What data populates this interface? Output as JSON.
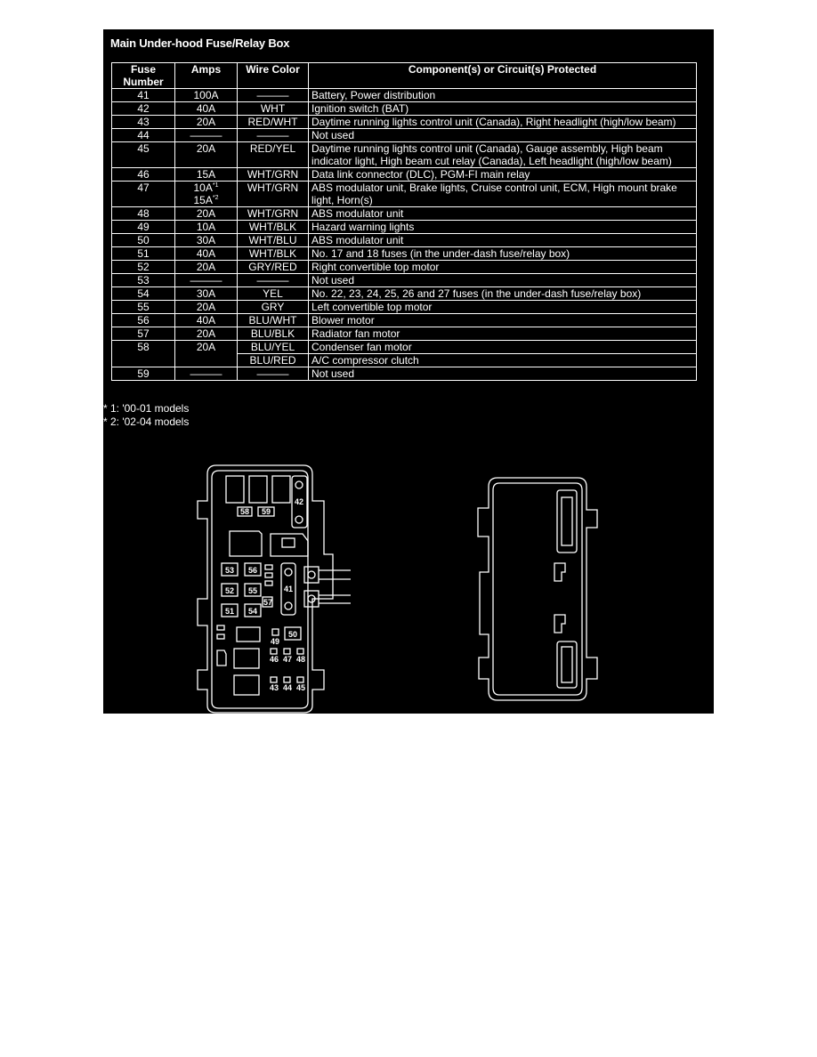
{
  "title": "Main Under-hood Fuse/Relay Box",
  "table": {
    "headers": {
      "fuse_line1": "Fuse",
      "fuse_line2": "Number",
      "amps": "Amps",
      "wire": "Wire Color",
      "component": "Component(s) or Circuit(s) Protected"
    },
    "rows": [
      {
        "fuse": "41",
        "amps": "100A",
        "wire": "———",
        "component": "Battery, Power distribution"
      },
      {
        "fuse": "42",
        "amps": "40A",
        "wire": "WHT",
        "component": "Ignition switch (BAT)"
      },
      {
        "fuse": "43",
        "amps": "20A",
        "wire": "RED/WHT",
        "component": "Daytime running lights control unit (Canada), Right headlight (high/low beam)"
      },
      {
        "fuse": "44",
        "amps": "———",
        "wire": "———",
        "component": "Not used"
      },
      {
        "fuse": "45",
        "amps": "20A",
        "wire": "RED/YEL",
        "component": "Daytime running lights control unit (Canada), Gauge assembly, High beam indicator light, High beam cut relay (Canada), Left headlight (high/low beam)"
      },
      {
        "fuse": "46",
        "amps": "15A",
        "wire": "WHT/GRN",
        "component": "Data link connector (DLC), PGM-FI main relay"
      },
      {
        "fuse": "47",
        "amps": "10A",
        "amps_sup": "*1",
        "amps2": "15A",
        "amps2_sup": "*2",
        "wire": "WHT/GRN",
        "component": "ABS modulator unit, Brake lights, Cruise control unit, ECM, High mount brake light, Horn(s)"
      },
      {
        "fuse": "48",
        "amps": "20A",
        "wire": "WHT/GRN",
        "component": "ABS modulator unit"
      },
      {
        "fuse": "49",
        "amps": "10A",
        "wire": "WHT/BLK",
        "component": "Hazard warning lights"
      },
      {
        "fuse": "50",
        "amps": "30A",
        "wire": "WHT/BLU",
        "component": "ABS modulator unit"
      },
      {
        "fuse": "51",
        "amps": "40A",
        "wire": "WHT/BLK",
        "component": "No. 17 and 18 fuses (in the under-dash fuse/relay box)"
      },
      {
        "fuse": "52",
        "amps": "20A",
        "wire": "GRY/RED",
        "component": "Right convertible top motor"
      },
      {
        "fuse": "53",
        "amps": "———",
        "wire": "———",
        "component": "Not used"
      },
      {
        "fuse": "54",
        "amps": "30A",
        "wire": "YEL",
        "component": "No. 22, 23, 24, 25, 26 and 27 fuses (in the under-dash fuse/relay box)"
      },
      {
        "fuse": "55",
        "amps": "20A",
        "wire": "GRY",
        "component": "Left convertible top motor"
      },
      {
        "fuse": "56",
        "amps": "40A",
        "wire": "BLU/WHT",
        "component": "Blower motor"
      },
      {
        "fuse": "57",
        "amps": "20A",
        "wire": "BLU/BLK",
        "component": "Radiator fan motor"
      },
      {
        "fuse": "58",
        "amps": "20A",
        "wire": "BLU/YEL",
        "component": "Condenser fan motor"
      },
      {
        "fuse": "",
        "amps": "",
        "wire": "BLU/RED",
        "component": "A/C compressor clutch"
      },
      {
        "fuse": "59",
        "amps": "———",
        "wire": "———",
        "component": "Not used"
      }
    ]
  },
  "notes": {
    "n1": "* 1: '00-01 models",
    "n2": "* 2: '02-04 models"
  },
  "diagram_labels": {
    "f42": "42",
    "f58": "58",
    "f59": "59",
    "f53": "53",
    "f56": "56",
    "f52": "52",
    "f55": "55",
    "f51": "51",
    "f54": "54",
    "f41": "41",
    "f57": "57",
    "f49": "49",
    "f50": "50",
    "f46": "46",
    "f47": "47",
    "f48": "48",
    "f43": "43",
    "f44": "44",
    "f45": "45"
  }
}
